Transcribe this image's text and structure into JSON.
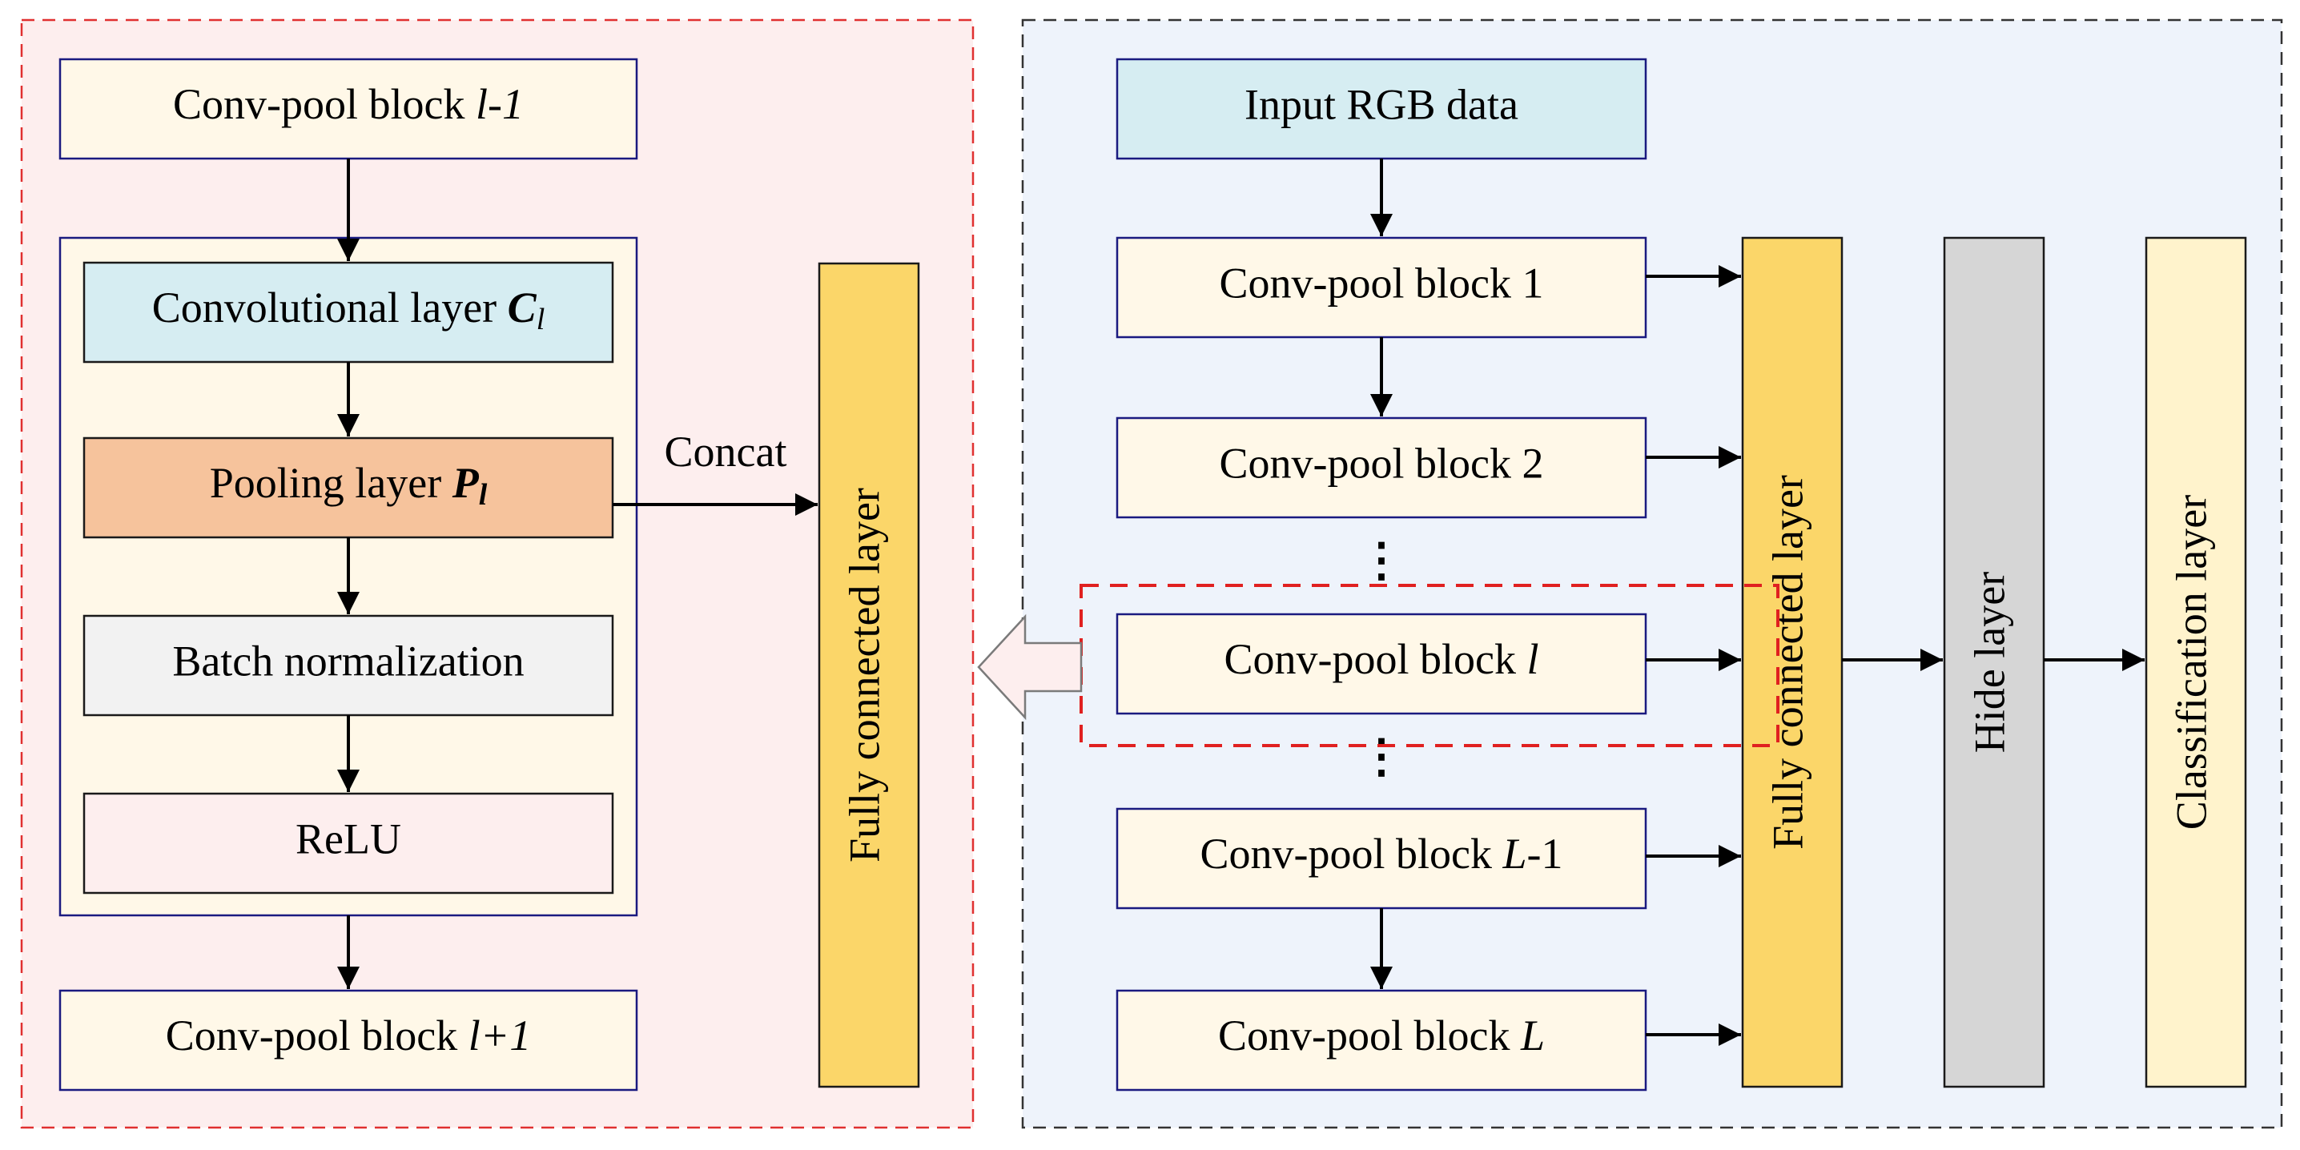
{
  "left_panel": {
    "top_block": {
      "prefix": "Conv-pool block ",
      "var": "l-1"
    },
    "conv_layer": {
      "prefix": "Convolutional layer ",
      "var": "C",
      "sub": "l"
    },
    "pooling_layer": {
      "prefix": "Pooling layer ",
      "var": "P",
      "sub": "l"
    },
    "batch_norm": "Batch normalization",
    "relu": "ReLU",
    "bottom_block": {
      "prefix": "Conv-pool block ",
      "var": "l+1"
    },
    "concat_label": "Concat",
    "fc_layer": "Fully connected layer"
  },
  "right_panel": {
    "input": "Input RGB data",
    "block1": "Conv-pool block 1",
    "block2": "Conv-pool block 2",
    "block_l": {
      "prefix": "Conv-pool block ",
      "var": "l"
    },
    "block_Lm1": {
      "prefix": "Conv-pool block ",
      "var": "L",
      "suffix": "-1"
    },
    "block_L": {
      "prefix": "Conv-pool block ",
      "var": "L"
    },
    "ellipsis": "⋮",
    "fc_layer": "Fully connected layer",
    "hide_layer": "Hide layer",
    "class_layer": "Classification layer"
  },
  "colors": {
    "left_panel_bg": "#fdeeee",
    "left_panel_border": "#e03030",
    "right_panel_bg": "#eef3fb",
    "right_panel_border": "#333333",
    "block_fill": "#fff8e8",
    "block_border": "#1a1a80",
    "conv_fill": "#d6edf2",
    "pool_fill": "#f6c39c",
    "bn_fill": "#f2f2f2",
    "relu_fill": "#fdeeee",
    "fc_fill": "#fbd669",
    "hide_fill": "#d6d6d6",
    "class_fill": "#fff3cc",
    "highlight_border": "#e02020"
  }
}
